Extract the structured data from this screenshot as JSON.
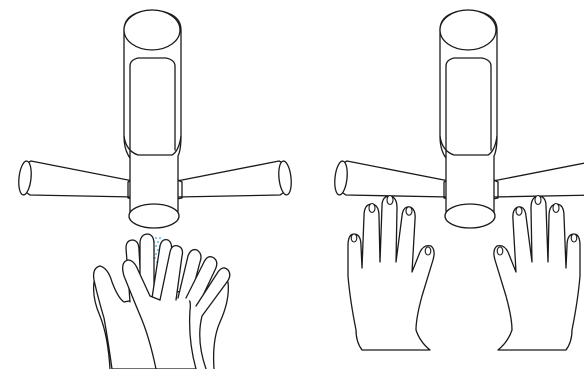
{
  "colors": {
    "background": "#ffffff",
    "line": "#1a1a1a",
    "water": "#27a7c6"
  },
  "panels": [
    {
      "id": "left",
      "depicts": [
        "tap-hand-dryer",
        "hands-under-spout",
        "water-spray"
      ]
    },
    {
      "id": "right",
      "depicts": [
        "tap-hand-dryer",
        "hands-under-dryer-arms"
      ]
    }
  ]
}
